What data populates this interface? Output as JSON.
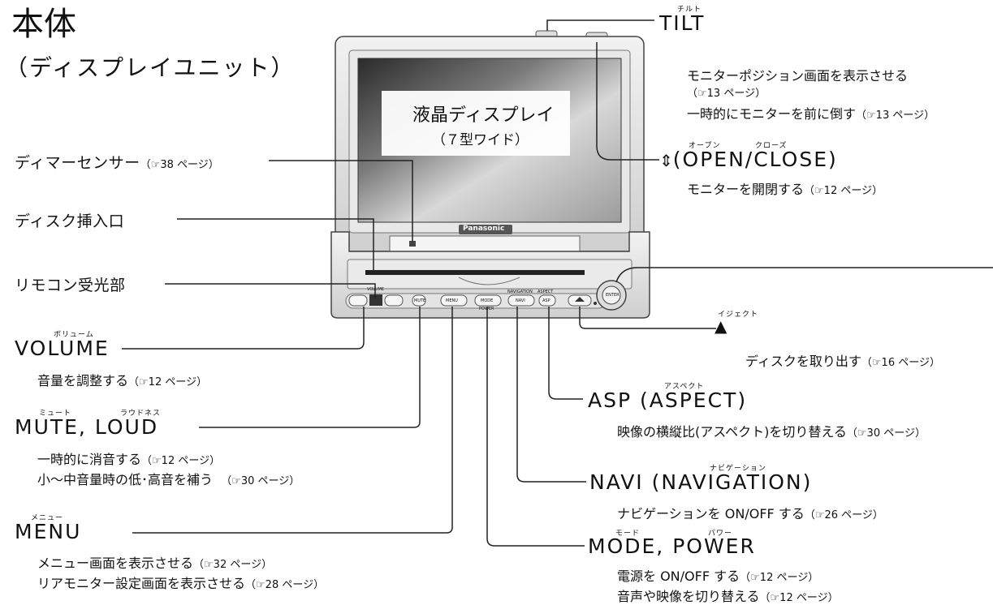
{
  "title": {
    "main": "本体",
    "sub": "（ディスプレイユニット）"
  },
  "screen_label": {
    "line1": "液晶ディスプレイ",
    "line2": "（７型ワイド）"
  },
  "brand": "Panasonic",
  "left": {
    "dimmer": {
      "label": "ディマーセンサー",
      "ref": "（☞38 ページ）"
    },
    "disc_slot": {
      "label": "ディスク挿入口"
    },
    "remote": {
      "label": "リモコン受光部"
    },
    "volume": {
      "ruby": "ボリューム",
      "label": "VOLUME",
      "desc": "音量を調整する",
      "ref": "（☞12 ページ）"
    },
    "mute": {
      "ruby1": "ミュート",
      "ruby2": "ラウドネス",
      "label": "MUTE, LOUD",
      "desc1": "一時的に消音する",
      "ref1": "（☞12 ページ）",
      "desc2": "小～中音量時の低･高音を補う",
      "ref2": "（☞30 ページ）"
    },
    "menu": {
      "ruby": "メニュー",
      "label": "MENU",
      "desc1": "メニュー画面を表示させる",
      "ref1": "（☞32 ページ）",
      "desc2": "リアモニター設定画面を表示させる",
      "ref2": "（☞28 ページ）"
    }
  },
  "right": {
    "tilt": {
      "ruby": "チルト",
      "label": "TILT",
      "desc1": "モニターポジション画面を表示させる",
      "ref1": "（☞13 ページ）",
      "desc2": "一時的にモニターを前に倒す",
      "ref2": "（☞13 ページ）"
    },
    "open": {
      "ruby1": "オープン",
      "ruby2": "クローズ",
      "icon": "⇕",
      "label": "(OPEN/CLOSE)",
      "desc": "モニターを開閉する",
      "ref": "（☞12 ページ）"
    },
    "eject": {
      "ruby": "イジェクト",
      "icon": "▲",
      "desc": "ディスクを取り出す",
      "ref": "（☞16 ページ）"
    },
    "asp": {
      "ruby": "アスペクト",
      "label": "ASP (ASPECT)",
      "desc": "映像の横縦比(アスペクト)を切り替える",
      "ref": "（☞30 ページ）"
    },
    "navi": {
      "ruby": "ナビゲーション",
      "label": "NAVI (NAVIGATION)",
      "desc": "ナビゲーションを ON/OFF する",
      "ref": "（☞26 ページ）"
    },
    "mode": {
      "ruby1": "モード",
      "ruby2": "パワー",
      "label": "MODE, POWER",
      "desc1": "電源を ON/OFF する",
      "ref1": "（☞12 ページ）",
      "desc2": "音声や映像を切り替える",
      "ref2": "（☞12 ページ）"
    }
  },
  "panel_buttons": {
    "volume": "VOLUME",
    "mute": "MUTE",
    "menu": "MENU",
    "mode": "MODE",
    "power": "POWER",
    "navigation": "NAVIGATION",
    "navi": "NAVI",
    "aspect": "ASPECT",
    "asp": "ASP",
    "enter": "ENTER"
  }
}
